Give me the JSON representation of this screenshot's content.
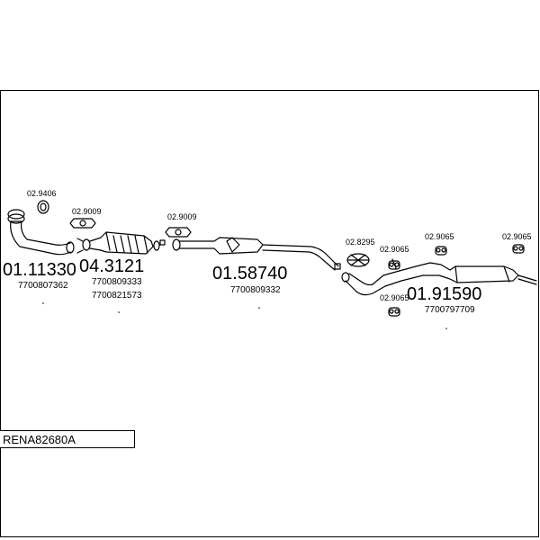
{
  "reference": "RENA82680A",
  "parts": [
    {
      "code": "01.11330",
      "oem": [
        "7700807362"
      ]
    },
    {
      "code": "04.3121",
      "oem": [
        "7700809333",
        "7700821573"
      ]
    },
    {
      "code": "01.58740",
      "oem": [
        "7700809332"
      ]
    },
    {
      "code": "01.91590",
      "oem": [
        "7700797709"
      ]
    }
  ],
  "fittings": {
    "gasket_manifold": "02.9406",
    "gasket_cat_front": "02.9009",
    "gasket_cat_rear": "02.9009",
    "clamp": "02.8295",
    "hanger_1": "02.9065",
    "hanger_2": "02.9065",
    "hanger_3": "02.9065",
    "hanger_4": "02.9065"
  }
}
